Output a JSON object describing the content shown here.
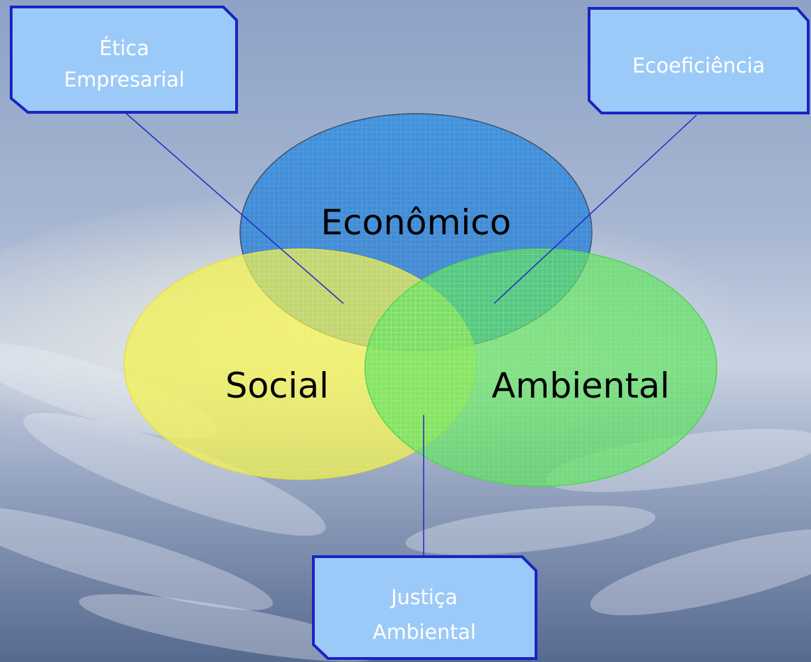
{
  "circles": {
    "economic": {
      "label": "Econômico",
      "color": "#3c90e0"
    },
    "social": {
      "label": "Social",
      "color": "#f2f24a"
    },
    "environmental": {
      "label": "Ambiental",
      "color": "#5ee25e"
    }
  },
  "callouts": {
    "ethics": {
      "line1": "Ética",
      "line2": "Empresarial"
    },
    "eco_efficiency": {
      "line1": "Ecoeficiência"
    },
    "environmental_justice": {
      "line1": "Justiça",
      "line2": "Ambiental"
    }
  },
  "colors": {
    "callout_fill": "#9ccaf8",
    "callout_border": "#1a23c4",
    "connector_line": "#1f29c8"
  }
}
